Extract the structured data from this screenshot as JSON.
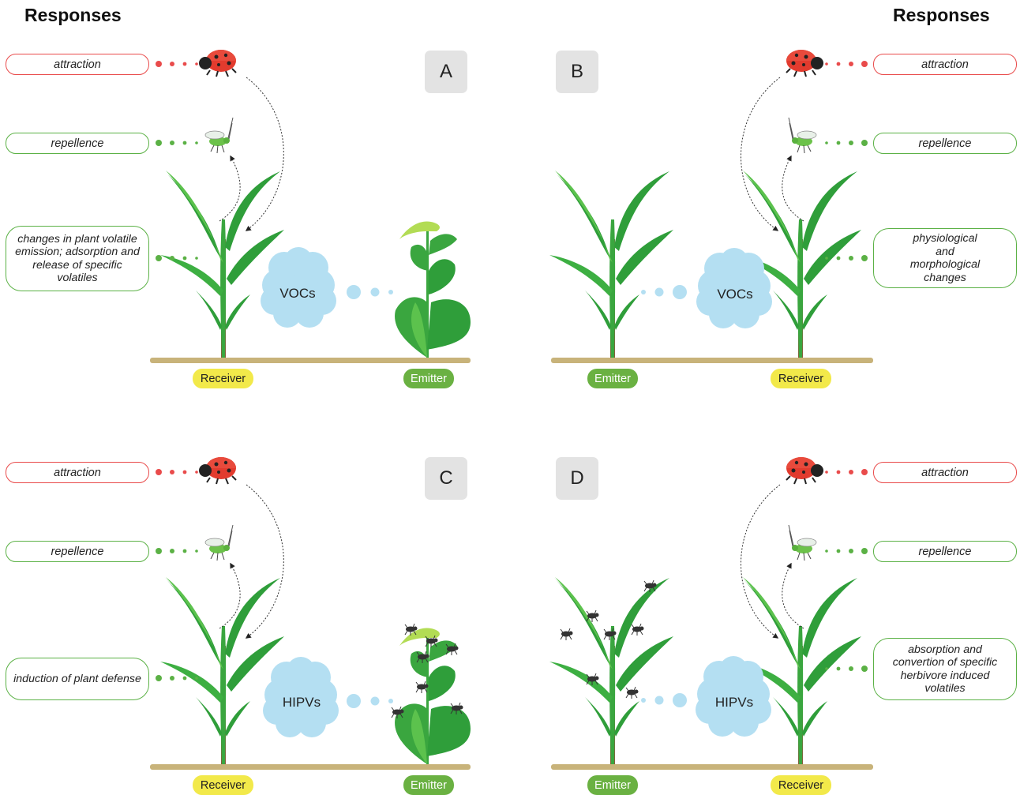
{
  "headers": {
    "left": "Responses",
    "right": "Responses"
  },
  "panels": {
    "A": {
      "letter": "A",
      "cloud": "VOCs",
      "responses": {
        "attraction": "attraction",
        "repellence": "repellence",
        "plant": "changes in plant volatile emission; adsorption and release of specific volatiles"
      },
      "labels": {
        "left": "Receiver",
        "right": "Emitter"
      }
    },
    "B": {
      "letter": "B",
      "cloud": "VOCs",
      "responses": {
        "attraction": "attraction",
        "repellence": "repellence",
        "plant": "physiological and morphological changes"
      },
      "labels": {
        "left": "Emitter",
        "right": "Receiver"
      }
    },
    "C": {
      "letter": "C",
      "cloud": "HIPVs",
      "responses": {
        "attraction": "attraction",
        "repellence": "repellence",
        "plant": "induction of plant defense"
      },
      "labels": {
        "left": "Receiver",
        "right": "Emitter"
      }
    },
    "D": {
      "letter": "D",
      "cloud": "HIPVs",
      "responses": {
        "attraction": "attraction",
        "repellence": "repellence",
        "plant": "absorption and convertion of specific herbivore induced volatiles"
      },
      "labels": {
        "left": "Emitter",
        "right": "Receiver"
      }
    }
  },
  "colors": {
    "attraction": "#e94b4b",
    "repellence": "#5bb145",
    "receiver": "#f2e94a",
    "emitter": "#6ab142",
    "cloud": "#b4dff2",
    "ground": "#c8b37a",
    "leaf": "#2f9e3a"
  }
}
